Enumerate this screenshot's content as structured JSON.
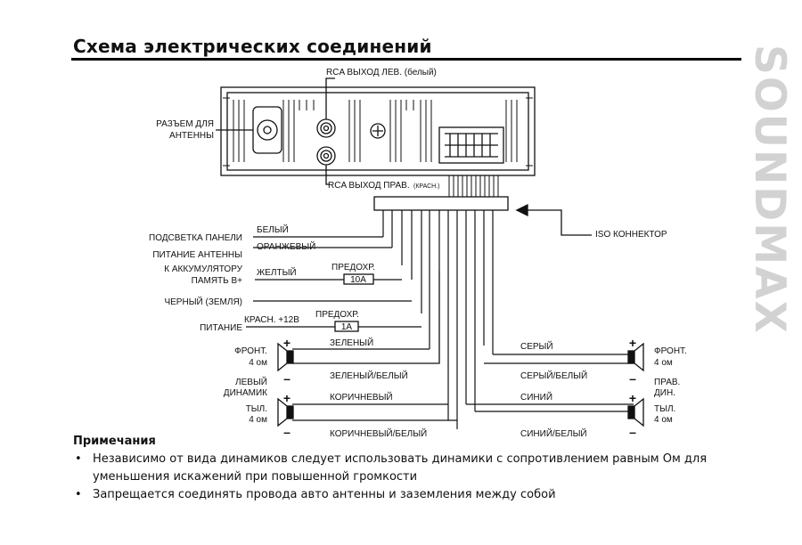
{
  "page_title": "Схема электрических соединений",
  "brand": "SOUNDMAX",
  "diagram": {
    "rca_left": "RCA ВЫХОД ЛЕВ. (белый)",
    "rca_right_main": "RCA ВЫХОД ПРАВ.",
    "rca_right_sub": "(КРАСН.)",
    "antenna_socket_line1": "РАЗЪЕМ ДЛЯ",
    "antenna_socket_line2": "АНТЕННЫ",
    "iso_connector": "ISO КОННЕКТОР",
    "wires": {
      "white": "БЕЛЫЙ",
      "orange": "ОРАНЖЕВЫЙ",
      "yellow": "ЖЕЛТЫЙ",
      "red_power": "КРАСН. +12В",
      "green": "ЗЕЛЕНЫЙ",
      "green_white": "ЗЕЛЕНЫЙ/БЕЛЫЙ",
      "brown": "КОРИЧНЕВЫЙ",
      "brown_white": "КОРИЧНЕВЫЙ/БЕЛЫЙ",
      "gray": "СЕРЫЙ",
      "gray_white": "СЕРЫЙ/БЕЛЫЙ",
      "blue": "СИНИЙ",
      "blue_white": "СИНИЙ/БЕЛЫЙ"
    },
    "functions": {
      "panel_light": "ПОДСВЕТКА ПАНЕЛИ",
      "antenna_power": "ПИТАНИЕ АНТЕННЫ",
      "battery_line1": "К АККУМУЛЯТОРУ",
      "battery_line2": "ПАМЯТЬ B+",
      "ground": "ЧЕРНЫЙ (ЗЕМЛЯ)",
      "power": "ПИТАНИЕ"
    },
    "fuses": {
      "label_1": "ПРЕДОХР.",
      "value_1": "10А",
      "label_2": "ПРЕДОХР.",
      "value_2": "1А"
    },
    "speakers": {
      "front_left_1": "ФРОНТ.",
      "front_left_2": "4 ом",
      "left_side_1": "ЛЕВЫЙ",
      "left_side_2": "ДИНАМИК",
      "rear_left_1": "ТЫЛ.",
      "rear_left_2": "4 ом",
      "front_right_1": "ФРОНТ.",
      "front_right_2": "4 ом",
      "right_side_1": "ПРАВ.",
      "right_side_2": "ДИН.",
      "rear_right_1": "ТЫЛ.",
      "rear_right_2": "4 ом",
      "plus": "+",
      "minus": "–"
    }
  },
  "notes": {
    "heading": "Примечания",
    "items": [
      "Независимо от вида динамиков  следует использовать динамики с сопротивлением  равным    Ом для уменьшения искажений при повышенной громкости",
      "Запрещается соединять провода авто антенны и заземления между собой"
    ]
  }
}
